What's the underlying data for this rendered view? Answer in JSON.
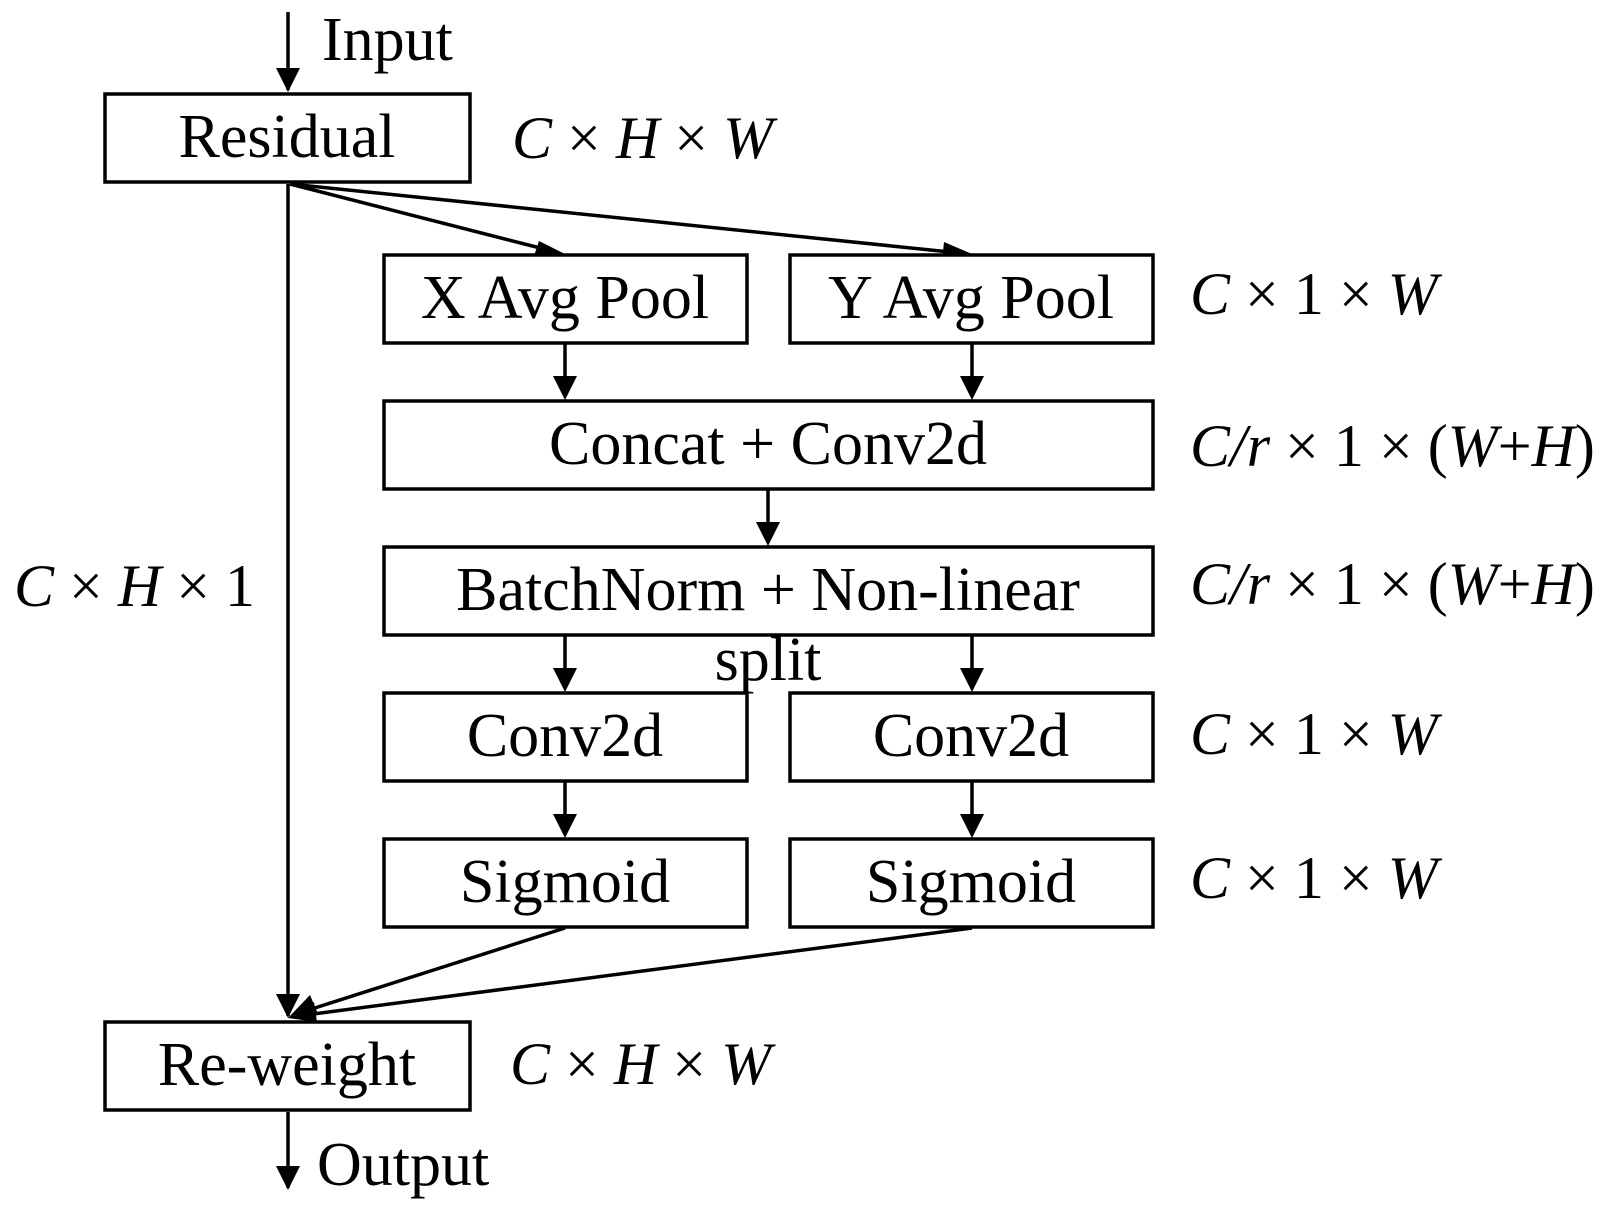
{
  "diagram": {
    "io": {
      "input_label": "Input",
      "output_label": "Output",
      "split_label": "split"
    },
    "nodes": {
      "residual": "Residual",
      "x_avg_pool": "X Avg Pool",
      "y_avg_pool": "Y Avg Pool",
      "concat_conv2d": "Concat + Conv2d",
      "batchnorm_nonlinear": "BatchNorm + Non-linear",
      "conv2d_left": "Conv2d",
      "conv2d_right": "Conv2d",
      "sigmoid_left": "Sigmoid",
      "sigmoid_right": "Sigmoid",
      "reweight": "Re-weight"
    },
    "dims": {
      "residual": [
        {
          "t": "C",
          "i": true
        },
        {
          "t": " × ",
          "i": false
        },
        {
          "t": "H",
          "i": true
        },
        {
          "t": " × ",
          "i": false
        },
        {
          "t": "W",
          "i": true
        }
      ],
      "pool": [
        {
          "t": "C",
          "i": true
        },
        {
          "t": " × 1 × ",
          "i": false
        },
        {
          "t": "W",
          "i": true
        }
      ],
      "concat": [
        {
          "t": "C/r",
          "i": true
        },
        {
          "t": " × 1 × (",
          "i": false
        },
        {
          "t": "W",
          "i": true
        },
        {
          "t": "+",
          "i": false
        },
        {
          "t": "H",
          "i": true
        },
        {
          "t": ")",
          "i": false
        }
      ],
      "batchnorm": [
        {
          "t": "C/r",
          "i": true
        },
        {
          "t": " × 1 × (",
          "i": false
        },
        {
          "t": "W",
          "i": true
        },
        {
          "t": "+",
          "i": false
        },
        {
          "t": "H",
          "i": true
        },
        {
          "t": ")",
          "i": false
        }
      ],
      "conv2d": [
        {
          "t": "C",
          "i": true
        },
        {
          "t": " × 1 × ",
          "i": false
        },
        {
          "t": "W",
          "i": true
        }
      ],
      "sigmoid": [
        {
          "t": "C",
          "i": true
        },
        {
          "t": " × 1 × ",
          "i": false
        },
        {
          "t": "W",
          "i": true
        }
      ],
      "reweight": [
        {
          "t": "C",
          "i": true
        },
        {
          "t": " × ",
          "i": false
        },
        {
          "t": "H",
          "i": true
        },
        {
          "t": " × ",
          "i": false
        },
        {
          "t": "W",
          "i": true
        }
      ],
      "skip": [
        {
          "t": "C",
          "i": true
        },
        {
          "t": " × ",
          "i": false
        },
        {
          "t": "H",
          "i": true
        },
        {
          "t": " × 1",
          "i": false
        }
      ]
    }
  }
}
